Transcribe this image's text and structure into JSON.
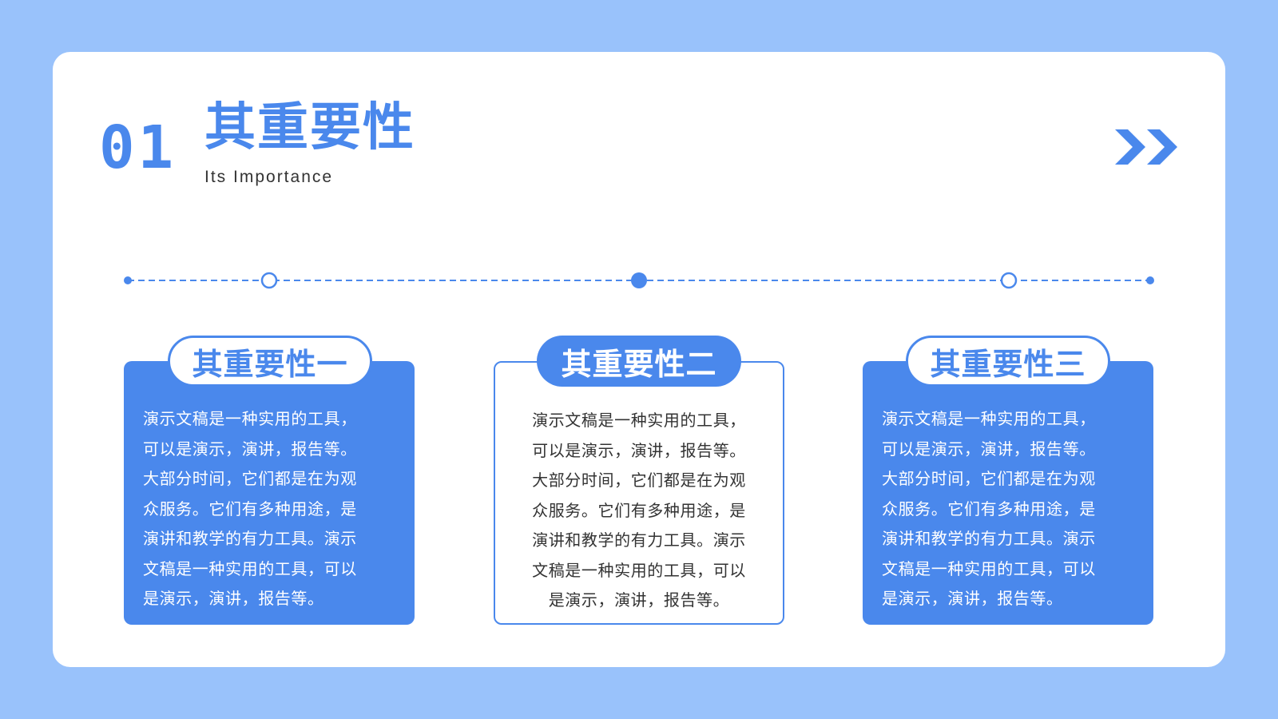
{
  "header": {
    "number": "01",
    "title": "其重要性",
    "subtitle": "Its Importance"
  },
  "icons": {
    "next": "double-chevron-right-icon"
  },
  "colors": {
    "accent": "#4a88ec",
    "background": "#99c2fb",
    "panel": "#ffffff"
  },
  "cards": [
    {
      "badge": "其重要性一",
      "style": "filled",
      "lines": [
        "演示文稿是一种实用的工具，",
        "可以是演示，演讲，报告等。",
        "大部分时间，它们都是在为观",
        "众服务。它们有多种用途，是",
        "演讲和教学的有力工具。演示",
        "文稿是一种实用的工具，可以",
        "是演示，演讲，报告等。"
      ]
    },
    {
      "badge": "其重要性二",
      "style": "outline",
      "lines": [
        "演示文稿是一种实用的工具，",
        "可以是演示，演讲，报告等。",
        "大部分时间，它们都是在为观",
        "众服务。它们有多种用途，是",
        "演讲和教学的有力工具。演示",
        "文稿是一种实用的工具，可以",
        "是演示，演讲，报告等。"
      ]
    },
    {
      "badge": "其重要性三",
      "style": "filled",
      "lines": [
        "演示文稿是一种实用的工具，",
        "可以是演示，演讲，报告等。",
        "大部分时间，它们都是在为观",
        "众服务。它们有多种用途，是",
        "演讲和教学的有力工具。演示",
        "文稿是一种实用的工具，可以",
        "是演示，演讲，报告等。"
      ]
    }
  ]
}
